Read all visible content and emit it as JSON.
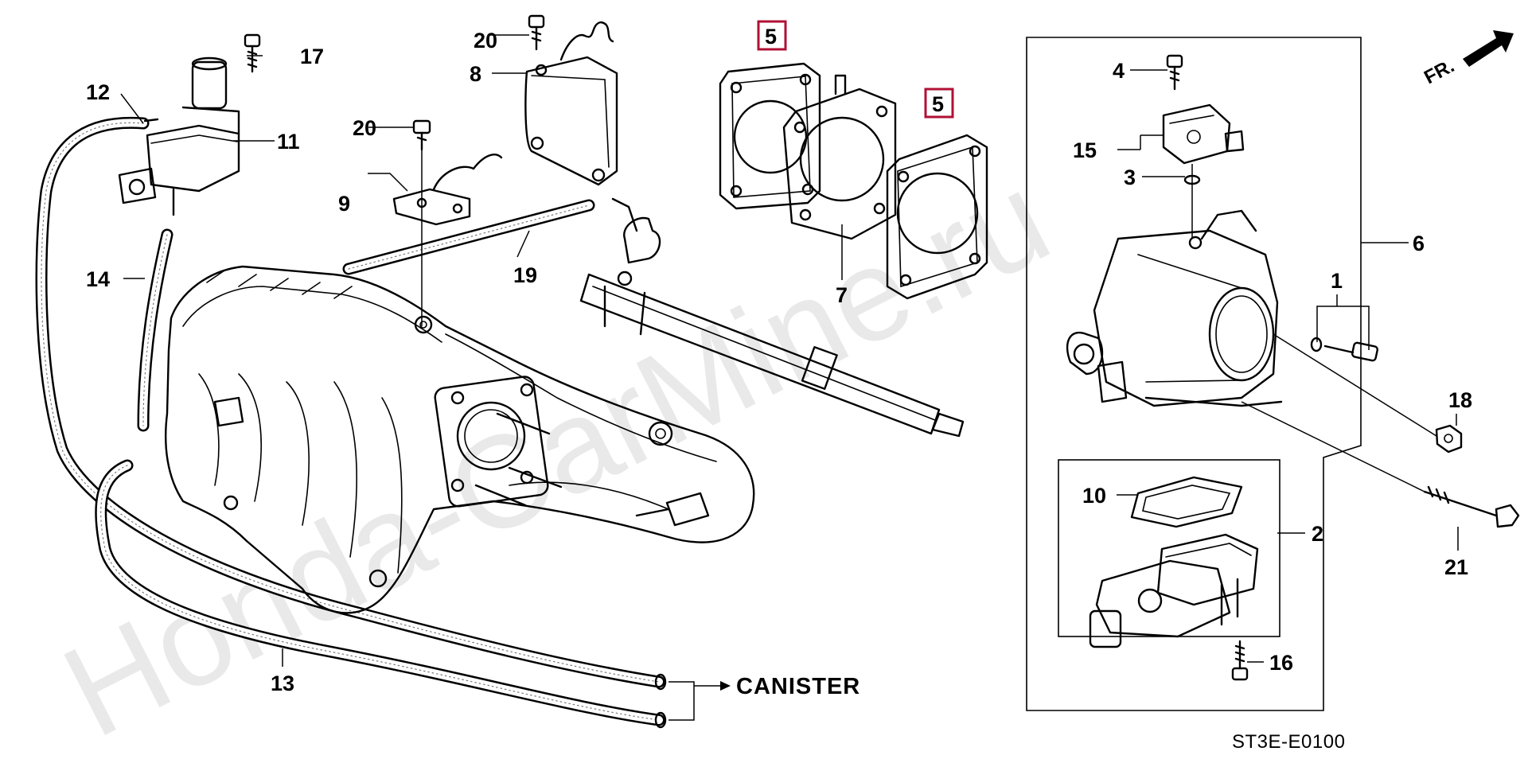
{
  "diagram": {
    "callouts": {
      "c1": "1",
      "c2": "2",
      "c3": "3",
      "c4": "4",
      "c5a": "5",
      "c5b": "5",
      "c6": "6",
      "c7": "7",
      "c8": "8",
      "c9": "9",
      "c10": "10",
      "c11": "11",
      "c12": "12",
      "c13": "13",
      "c14": "14",
      "c15": "15",
      "c16": "16",
      "c17": "17",
      "c18": "18",
      "c19": "19",
      "c20a": "20",
      "c20b": "20",
      "c21": "21"
    },
    "canister_label": "CANISTER",
    "front_indicator": "FR.",
    "diagram_code": "ST3E-E0100",
    "watermark": "Honda-CarMine.ru",
    "colors": {
      "highlight_box": "#b01034",
      "lines": "#000000",
      "watermark": "#e9e9e9"
    }
  }
}
